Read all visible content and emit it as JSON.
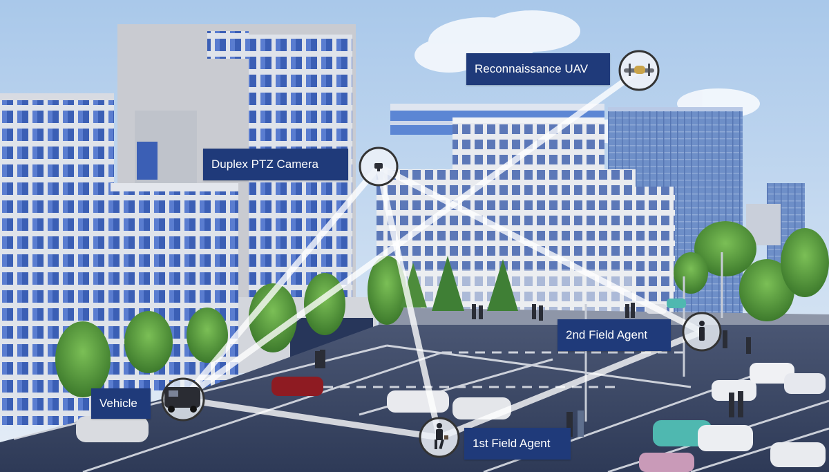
{
  "labels": {
    "uav": "Reconnaissance UAV",
    "camera": "Duplex PTZ Camera",
    "agent2": "2nd Field Agent",
    "vehicle": "Vehicle",
    "agent1": "1st Field Agent"
  },
  "colors": {
    "label_bg": "#1f3a7a",
    "label_text": "#ffffff",
    "link_lines": "#ffffff",
    "node_ring": "#333333",
    "sky": "#cfe0f2",
    "pavement": "#3c4a6a"
  },
  "nodes": [
    {
      "id": "uav",
      "icon": "drone-icon"
    },
    {
      "id": "camera",
      "icon": "ptz-camera-icon"
    },
    {
      "id": "agent2",
      "icon": "person-icon"
    },
    {
      "id": "vehicle",
      "icon": "van-icon"
    },
    {
      "id": "agent1",
      "icon": "person-walking-icon"
    }
  ],
  "links": [
    [
      "uav",
      "vehicle"
    ],
    [
      "camera",
      "vehicle"
    ],
    [
      "camera",
      "agent1"
    ],
    [
      "camera",
      "agent2"
    ],
    [
      "vehicle",
      "agent1"
    ],
    [
      "agent1",
      "agent2"
    ]
  ]
}
